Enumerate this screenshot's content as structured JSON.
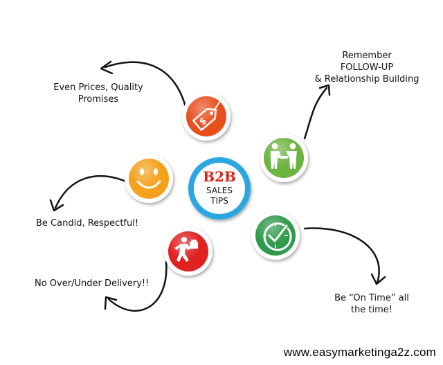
{
  "center": {
    "title": "B2B",
    "line1": "SALES",
    "line2": "TIPS",
    "title_color": "#d7281e",
    "ring_color": "#29a6e0"
  },
  "tips": [
    {
      "id": "pricing",
      "lines": [
        "Even Prices, Quality",
        "Promises"
      ],
      "icon": "price-tag-icon",
      "color": "#e8501e"
    },
    {
      "id": "follow-up",
      "lines": [
        "Remember",
        "FOLLOW-UP",
        "& Relationship Building"
      ],
      "icon": "handshake-icon",
      "color": "#6cb33f"
    },
    {
      "id": "candid",
      "lines": [
        "Be Candid, Respectful!"
      ],
      "icon": "smiley-icon",
      "color": "#f4a11c"
    },
    {
      "id": "on-time",
      "lines": [
        "Be “On Time” all",
        "the time!"
      ],
      "icon": "clock-check-icon",
      "color": "#2e9a4b"
    },
    {
      "id": "delivery",
      "lines": [
        "No Over/Under Delivery!!"
      ],
      "icon": "delivery-icon",
      "color": "#e02020"
    }
  ],
  "footer": {
    "url": "www.easymarketinga2z.com"
  }
}
